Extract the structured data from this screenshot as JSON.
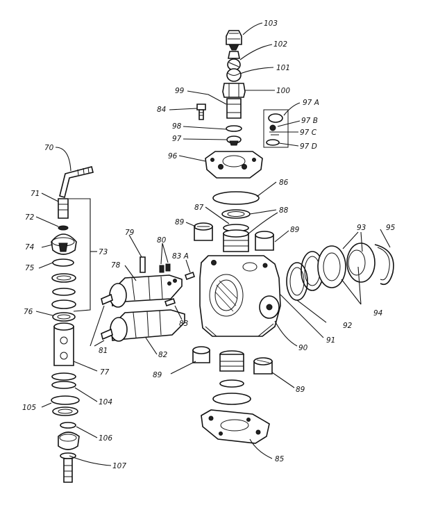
{
  "parts": [
    {
      "id": "p103",
      "text": "103"
    },
    {
      "id": "p102",
      "text": "102"
    },
    {
      "id": "p101",
      "text": "101"
    },
    {
      "id": "p100",
      "text": "100"
    },
    {
      "id": "p99",
      "text": "99"
    },
    {
      "id": "p84",
      "text": "84"
    },
    {
      "id": "p97a",
      "text": "97 A"
    },
    {
      "id": "p97b",
      "text": "97 B"
    },
    {
      "id": "p97c",
      "text": "97 C"
    },
    {
      "id": "p97d",
      "text": "97 D"
    },
    {
      "id": "p98",
      "text": "98"
    },
    {
      "id": "p97",
      "text": "97"
    },
    {
      "id": "p96",
      "text": "96"
    },
    {
      "id": "p70",
      "text": "70"
    },
    {
      "id": "p86",
      "text": "86"
    },
    {
      "id": "p71",
      "text": "71"
    },
    {
      "id": "p87",
      "text": "87"
    },
    {
      "id": "p88",
      "text": "88"
    },
    {
      "id": "p72",
      "text": "72"
    },
    {
      "id": "p89a",
      "text": "89"
    },
    {
      "id": "p89b",
      "text": "89"
    },
    {
      "id": "p93",
      "text": "93"
    },
    {
      "id": "p95",
      "text": "95"
    },
    {
      "id": "p79",
      "text": "79"
    },
    {
      "id": "p80",
      "text": "80"
    },
    {
      "id": "p73",
      "text": "73"
    },
    {
      "id": "p74",
      "text": "74"
    },
    {
      "id": "p83a",
      "text": "83 A"
    },
    {
      "id": "p78",
      "text": "78"
    },
    {
      "id": "p75",
      "text": "75"
    },
    {
      "id": "p94",
      "text": "94"
    },
    {
      "id": "p76",
      "text": "76"
    },
    {
      "id": "p83",
      "text": "83"
    },
    {
      "id": "p92",
      "text": "92"
    },
    {
      "id": "p91",
      "text": "91"
    },
    {
      "id": "p90",
      "text": "90"
    },
    {
      "id": "p81",
      "text": "81"
    },
    {
      "id": "p82",
      "text": "82"
    },
    {
      "id": "p77",
      "text": "77"
    },
    {
      "id": "p89c",
      "text": "89"
    },
    {
      "id": "p89d",
      "text": "89"
    },
    {
      "id": "p104",
      "text": "104"
    },
    {
      "id": "p105",
      "text": "105"
    },
    {
      "id": "p106",
      "text": "106"
    },
    {
      "id": "p85",
      "text": "85"
    },
    {
      "id": "p107",
      "text": "107"
    }
  ]
}
